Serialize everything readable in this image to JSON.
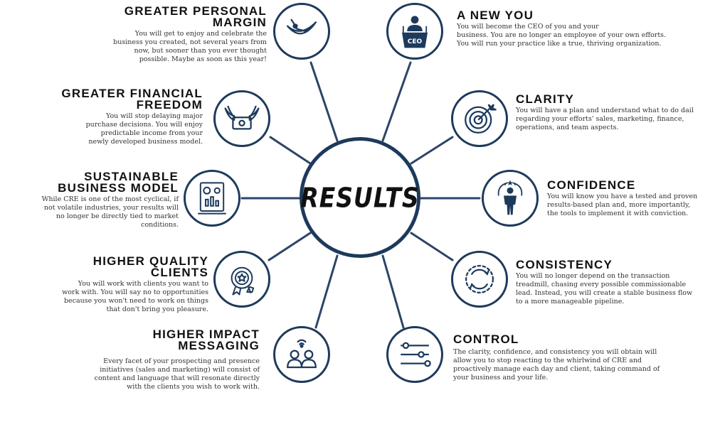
{
  "hub": {
    "label": "RESULTS"
  },
  "items": [
    {
      "title_lines": [
        "GREATER PERSONAL",
        "MARGIN"
      ],
      "body_lines": [
        "You will get to enjoy and celebrate the",
        "business you created, not several years from",
        "now, but sooner than you ever thought",
        "possible. Maybe as soon as this year!"
      ],
      "icon": "hammock-icon"
    },
    {
      "title_lines": [
        "GREATER FINANCIAL",
        "FREEDOM"
      ],
      "body_lines": [
        "You will stop delaying major",
        "purchase decisions. You will enjoy",
        "predictable income from your",
        "newly developed business model."
      ],
      "icon": "winged-money-icon"
    },
    {
      "title_lines": [
        "SUSTAINABLE",
        "BUSINESS MODEL"
      ],
      "body_lines": [
        "While CRE is one of the most cyclical, if",
        "not volatile industries, your results will",
        "no longer be directly tied to market",
        "conditions."
      ],
      "icon": "business-model-icon"
    },
    {
      "title_lines": [
        "HIGHER QUALITY",
        "CLIENTS"
      ],
      "body_lines": [
        "You will work with clients you want to",
        "work with. You will say no to opportunities",
        "because you won't need to work on things",
        "that don't bring you pleasure."
      ],
      "icon": "quality-badge-icon"
    },
    {
      "title_lines": [
        "HIGHER IMPACT",
        "MESSAGING"
      ],
      "body_lines": [
        "Every facet of your prospecting and presence",
        "initiatives (sales and marketing) will consist of",
        "content and language that will resonate directly",
        "with the clients you wish to work with."
      ],
      "icon": "messaging-people-icon"
    },
    {
      "title_lines": [
        "A NEW YOU"
      ],
      "body_lines": [
        "You will become the CEO of you and your",
        "business. You are no longer an employee of your own efforts.",
        "You will run your practice like a true, thriving organization."
      ],
      "icon": "ceo-podium-icon",
      "icon_text": "CEO"
    },
    {
      "title_lines": [
        "CLARITY"
      ],
      "body_lines": [
        "You will have a plan and understand what to do dail",
        "regarding your efforts' sales, marketing, finance,",
        "operations, and team aspects."
      ],
      "icon": "target-icon"
    },
    {
      "title_lines": [
        "CONFIDENCE"
      ],
      "body_lines": [
        "You will know you have a tested and proven",
        "results-based plan and, more importantly,",
        "the tools to implement it with conviction."
      ],
      "icon": "confident-person-icon"
    },
    {
      "title_lines": [
        "CONSISTENCY"
      ],
      "body_lines": [
        "You will no longer depend on the transaction",
        "treadmill, chasing every possible commissionable",
        "lead. Instead, you will create a stable business flow",
        "to a more manageable pipeline."
      ],
      "icon": "cycle-arrows-icon"
    },
    {
      "title_lines": [
        "CONTROL"
      ],
      "body_lines": [
        "The clarity, confidence, and consistency you will obtain will",
        "allow you to stop reacting to the whirlwind of CRE and",
        "proactively manage each day and client, taking command of",
        "your business and your life."
      ],
      "icon": "control-sliders-icon"
    }
  ]
}
